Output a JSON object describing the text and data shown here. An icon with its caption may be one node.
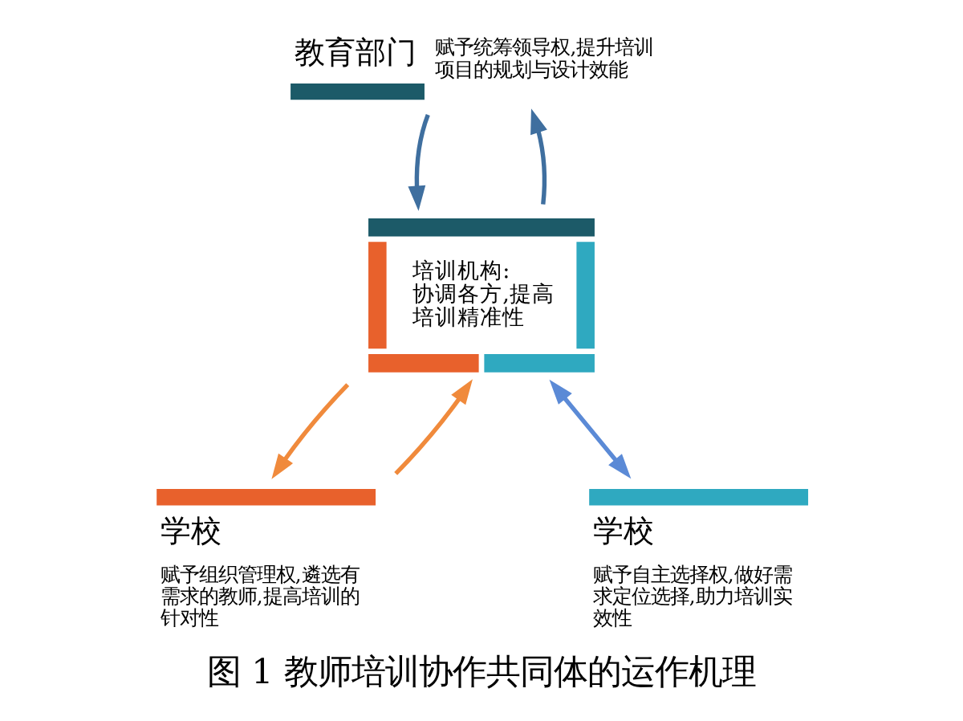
{
  "diagram": {
    "caption": "图 1 教师培训协作共同体的运作机理",
    "nodes": [
      {
        "text": [
          "教育部门",
          "赋予统筹领导权,提升培训项目的规划与设计效能"
        ]
      },
      {
        "text": [
          "培训机构:",
          "协调各方,提高培训精准性"
        ]
      },
      {
        "text": [
          "学校",
          "赋予组织管理权,遴选有需求的教师,提高培训的针对性"
        ]
      },
      {
        "text": [
          "学校",
          "赋予自主选择权,做好需求定位选择,助力培训实效性"
        ]
      }
    ],
    "edges": [
      {
        "from": 1,
        "to": 0,
        "arrow": "to",
        "color": "#3f6f9f"
      },
      {
        "from": 0,
        "to": 1,
        "arrow": "to",
        "color": "#3f6f9f"
      },
      {
        "from": 1,
        "to": 2,
        "arrow": "to",
        "color": "#f08a3c"
      },
      {
        "from": 2,
        "to": 1,
        "arrow": "to",
        "color": "#f08a3c"
      },
      {
        "from": 1,
        "to": 3,
        "arrow": "both",
        "color": "#5b8ad6"
      }
    ]
  }
}
